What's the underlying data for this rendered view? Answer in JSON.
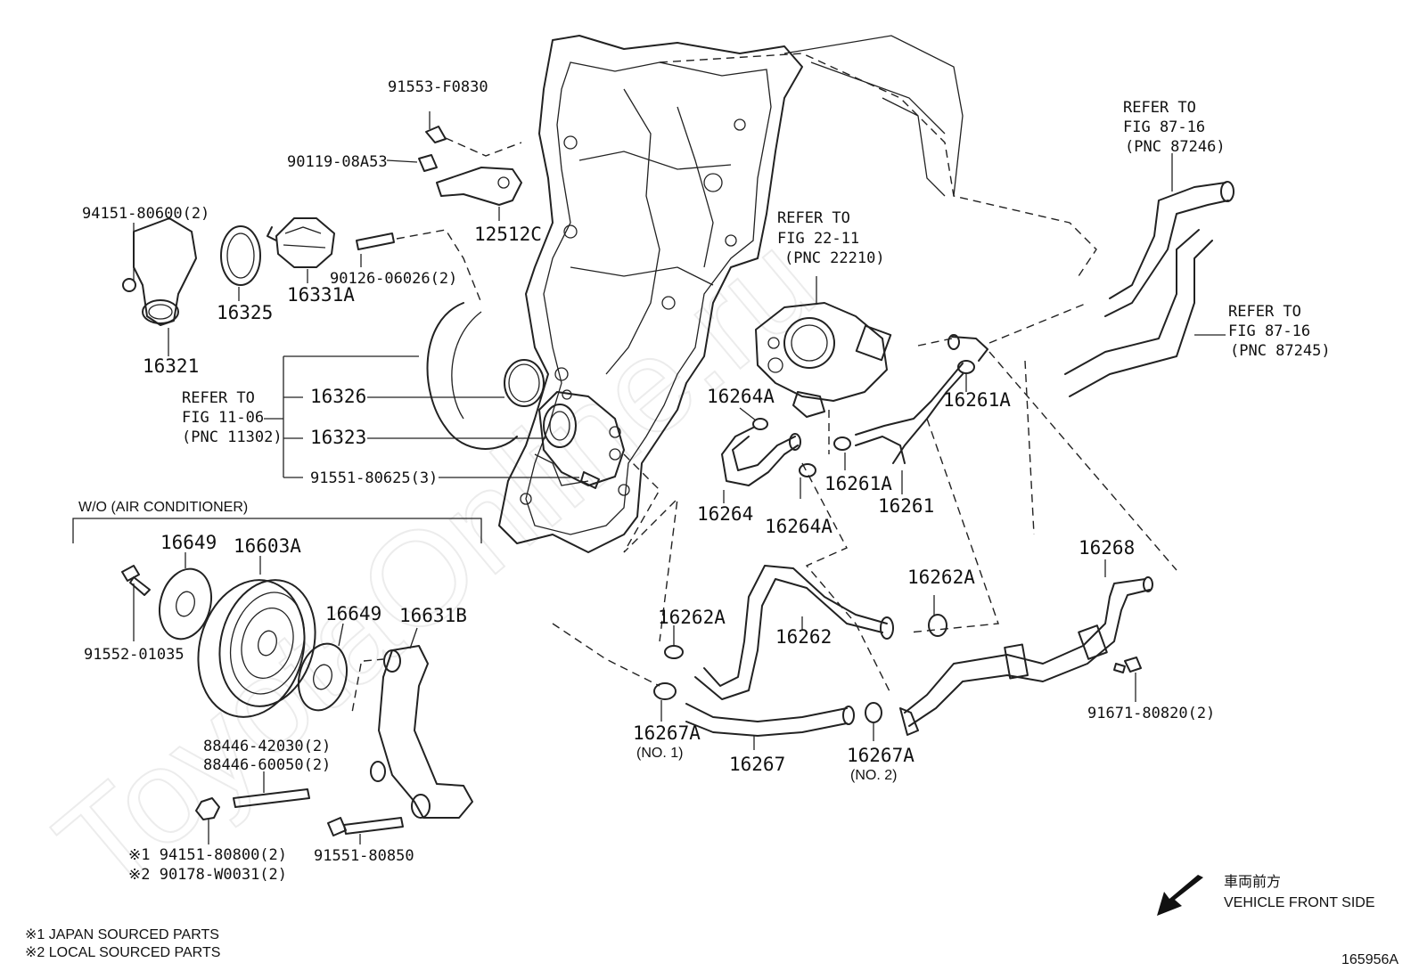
{
  "watermark": "ToyotaOnline.ru",
  "diagram_id": "165956A",
  "labels": {
    "p91553": "91553-F0830",
    "p90119": "90119-08A53",
    "p12512C": "12512C",
    "p94151_600": "94151-80600(2)",
    "p16321": "16321",
    "p16325": "16325",
    "p16331A": "16331A",
    "p90126": "90126-06026(2)",
    "p16326": "16326",
    "p16323": "16323",
    "p91551_625": "91551-80625(3)",
    "p16649a": "16649",
    "p16603A": "16603A",
    "p16649b": "16649",
    "p16631B": "16631B",
    "p91552": "91552-01035",
    "p88446a": "88446-42030(2)",
    "p88446b": "88446-60050(2)",
    "p94151_800": "※1 94151-80800(2)",
    "p90178": "※2 90178-W0031(2)",
    "p91551_850": "91551-80850",
    "p16264A_top": "16264A",
    "p16264": "16264",
    "p16264A_bot": "16264A",
    "p16261A_top": "16261A",
    "p16261A_mid": "16261A",
    "p16261": "16261",
    "p16262A_left": "16262A",
    "p16262": "16262",
    "p16262A_right": "16262A",
    "p16267A_1": "16267A",
    "p16267A_1_note": "(NO. 1)",
    "p16267": "16267",
    "p16267A_2": "16267A",
    "p16267A_2_note": "(NO. 2)",
    "p16268": "16268",
    "p91671": "91671-80820(2)"
  },
  "refs": {
    "fig11": {
      "line1": "REFER TO",
      "line2": "FIG 11-06",
      "line3": "(PNC 11302)"
    },
    "fig22": {
      "line1": "REFER TO",
      "line2": "FIG 22-11",
      "line3": "(PNC 22210)"
    },
    "fig87a": {
      "line1": "REFER TO",
      "line2": "FIG 87-16",
      "line3": "(PNC 87246)"
    },
    "fig87b": {
      "line1": "REFER TO",
      "line2": "FIG 87-16",
      "line3": "(PNC 87245)"
    }
  },
  "wo_ac": "W/O (AIR CONDITIONER)",
  "vehicle": {
    "jp": "車両前方",
    "en": "VEHICLE FRONT SIDE"
  },
  "notes": {
    "n1": "※1 JAPAN SOURCED PARTS",
    "n2": "※2 LOCAL SOURCED PARTS"
  }
}
